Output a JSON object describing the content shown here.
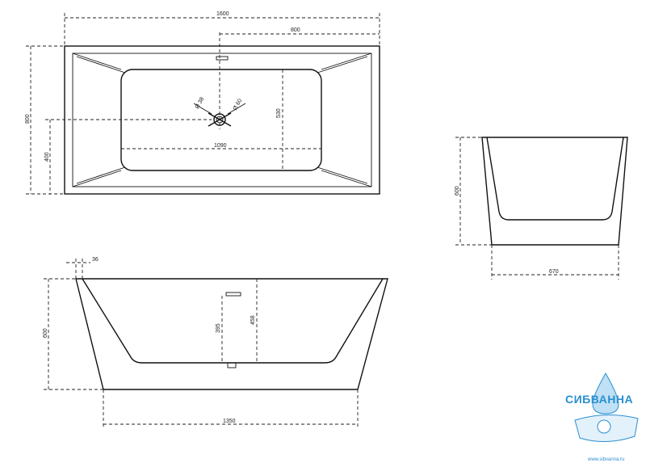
{
  "dimensions": {
    "top_length": "1600",
    "top_half": "800",
    "top_width": "800",
    "top_drain_offset": "400",
    "top_inner_length": "1090",
    "top_inner_width": "530",
    "top_hole_a": "Ø 38",
    "top_hole_b": "Ø 60",
    "end_height": "600",
    "end_bottom_width": "670",
    "side_rim": "36",
    "side_height": "600",
    "side_overflow": "395",
    "side_depth": "458",
    "side_bottom_length": "1350"
  },
  "logo": {
    "name": "СИБВАННА",
    "url": "www.sibvanna.ru",
    "color": "#2a8fd0"
  }
}
